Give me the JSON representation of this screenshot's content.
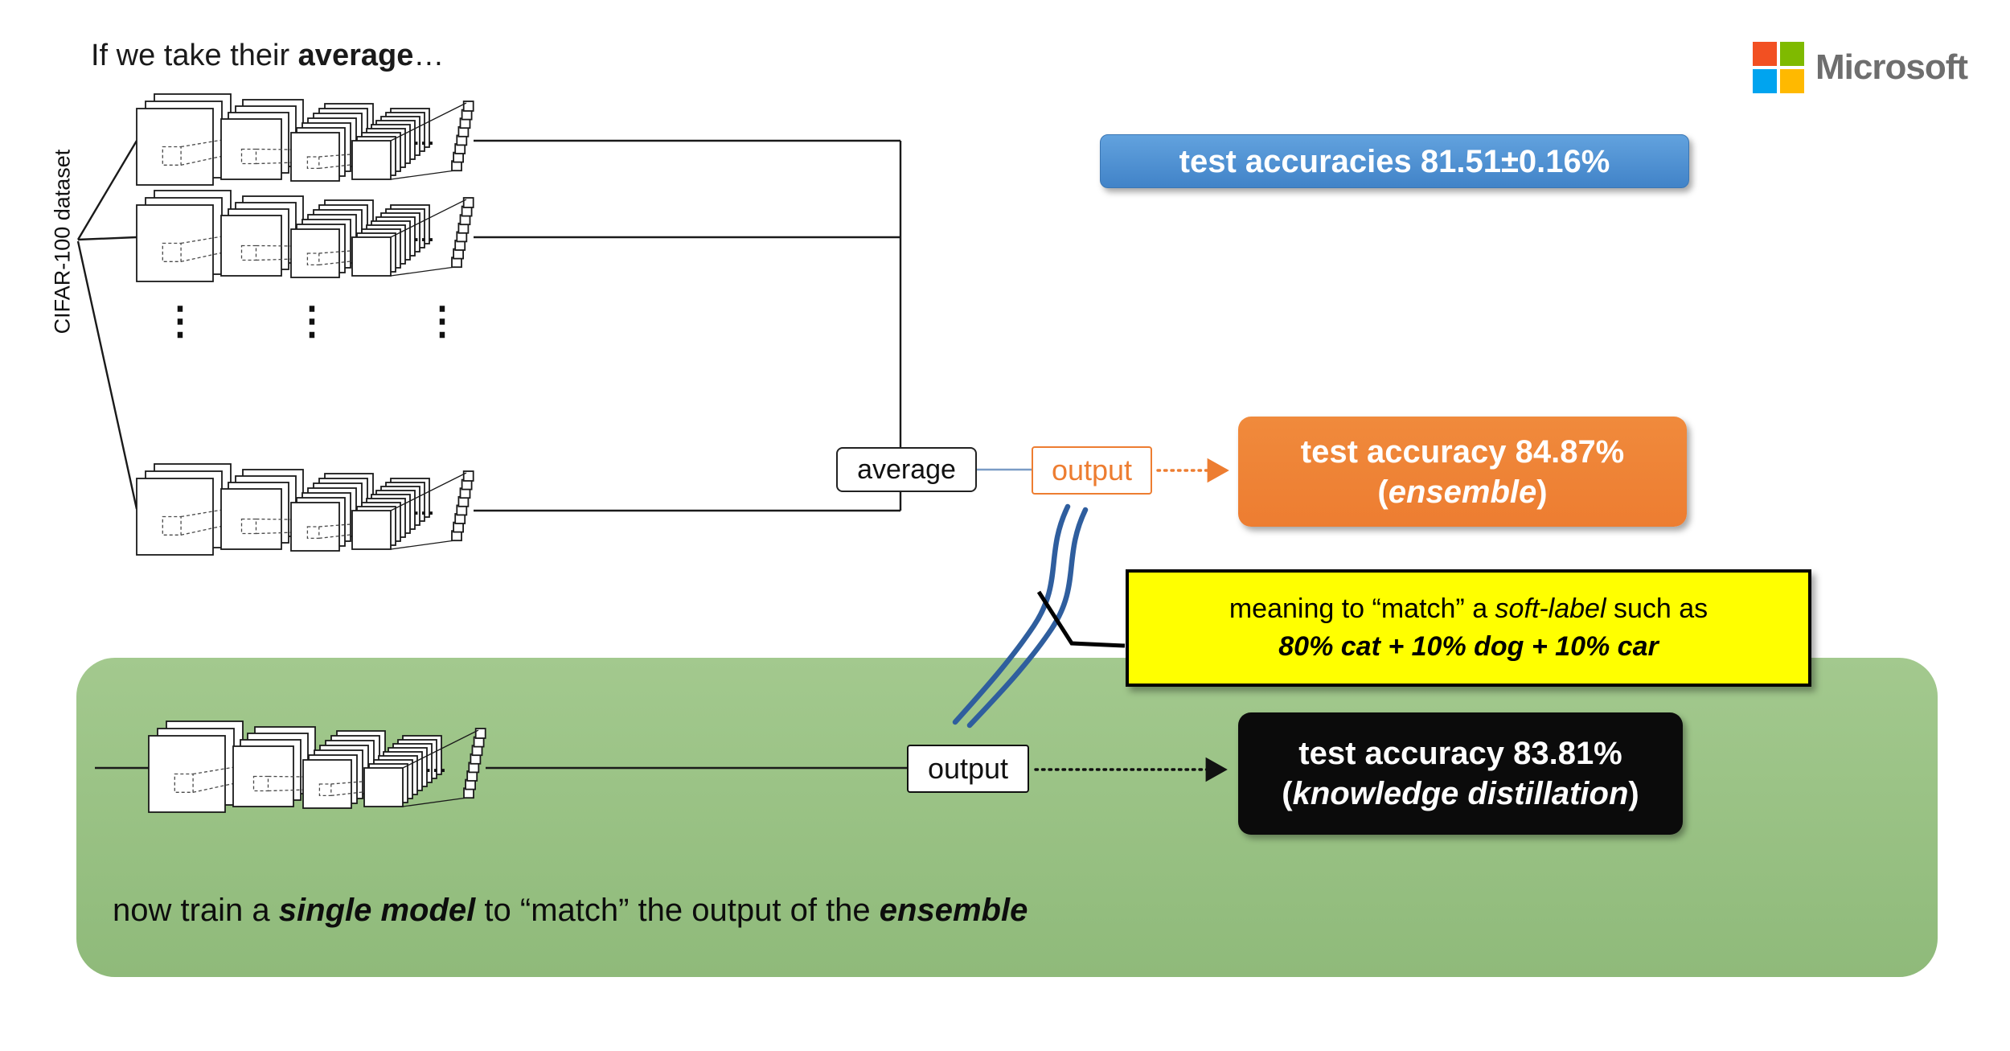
{
  "title": {
    "pre": "If we take their ",
    "bold": "average",
    "post": "…"
  },
  "logo": {
    "label": "Microsoft"
  },
  "blue_badge": {
    "text": "test accuracies 81.51±0.16%"
  },
  "orange_badge": {
    "line1": "test accuracy 84.87%",
    "open": "(",
    "italic": "ensemble",
    "close": ")"
  },
  "black_badge": {
    "line1": "test accuracy 83.81%",
    "open": "(",
    "italic": "knowledge distillation",
    "close": ")"
  },
  "yellow_note": {
    "l1_pre": "meaning to “match” a ",
    "l1_italic": "soft-label",
    "l1_post": " such as",
    "l2": "80% cat + 10% dog + 10% car"
  },
  "diagram": {
    "dataset_label": "CIFAR-100 dataset",
    "average": "average",
    "output_top": "output",
    "output_bottom": "output",
    "vdots": "⋮",
    "hdots": "..."
  },
  "green_caption": {
    "pre": "now train a ",
    "b1": "single model",
    "mid": " to “match” the output of the ",
    "b2": "ensemble"
  },
  "colors": {
    "microsoft_red": "#F25022",
    "microsoft_green": "#7FBA00",
    "microsoft_blue": "#00A4EF",
    "microsoft_yellow": "#FFB900",
    "accent_orange": "#ED7D31",
    "accent_blue": "#4E95D9",
    "panel_green": "#9CC287",
    "note_yellow": "#FFFF00",
    "arrow_blue": "#2F5E9E",
    "badge_black": "#0B0B0B"
  }
}
